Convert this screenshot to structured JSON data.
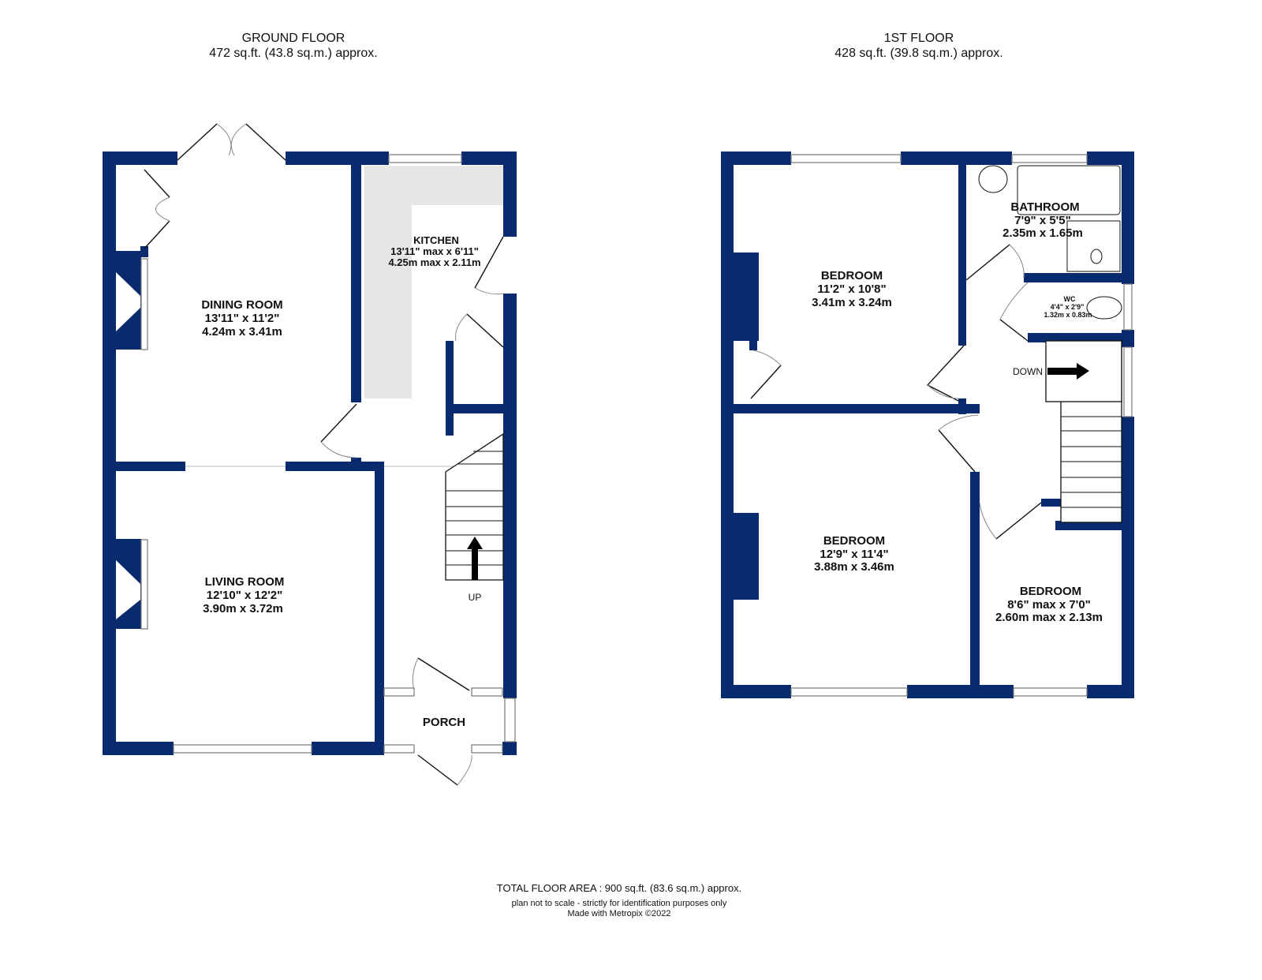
{
  "ground_floor": {
    "title": "GROUND FLOOR",
    "area": "472 sq.ft. (43.8 sq.m.) approx.",
    "rooms": [
      {
        "name": "DINING ROOM",
        "imperial": "13'11\"  x 11'2\"",
        "metric": "4.24m  x 3.41m"
      },
      {
        "name": "KITCHEN",
        "imperial": "13'11\" max x 6'11\"",
        "metric": "4.25m max x 2.11m"
      },
      {
        "name": "LIVING ROOM",
        "imperial": "12'10\"  x 12'2\"",
        "metric": "3.90m  x 3.72m"
      },
      {
        "name": "PORCH"
      }
    ],
    "stair_label": "UP"
  },
  "first_floor": {
    "title": "1ST FLOOR",
    "area": "428 sq.ft. (39.8 sq.m.) approx.",
    "rooms": [
      {
        "name": "BEDROOM",
        "imperial": "11'2\"  x 10'8\"",
        "metric": "3.41m  x 3.24m"
      },
      {
        "name": "BATHROOM",
        "imperial": "7'9\"  x 5'5\"",
        "metric": "2.35m  x 1.65m"
      },
      {
        "name": "WC",
        "imperial": "4'4\"  x 2'9\"",
        "metric": "1.32m  x 0.83m"
      },
      {
        "name": "BEDROOM",
        "imperial": "12'9\"  x 11'4\"",
        "metric": "3.88m  x 3.46m"
      },
      {
        "name": "BEDROOM",
        "imperial": "8'6\" max x 7'0\"",
        "metric": "2.60m max x 2.13m"
      }
    ],
    "stair_label": "DOWN"
  },
  "footer": {
    "total": "TOTAL FLOOR AREA : 900 sq.ft. (83.6 sq.m.) approx.",
    "disclaimer": "plan not to scale - strictly for identification purposes only",
    "credit": "Made with Metropix ©2022"
  },
  "colors": {
    "wall": "#0a2a6e",
    "worktop": "#e6e6e6"
  }
}
